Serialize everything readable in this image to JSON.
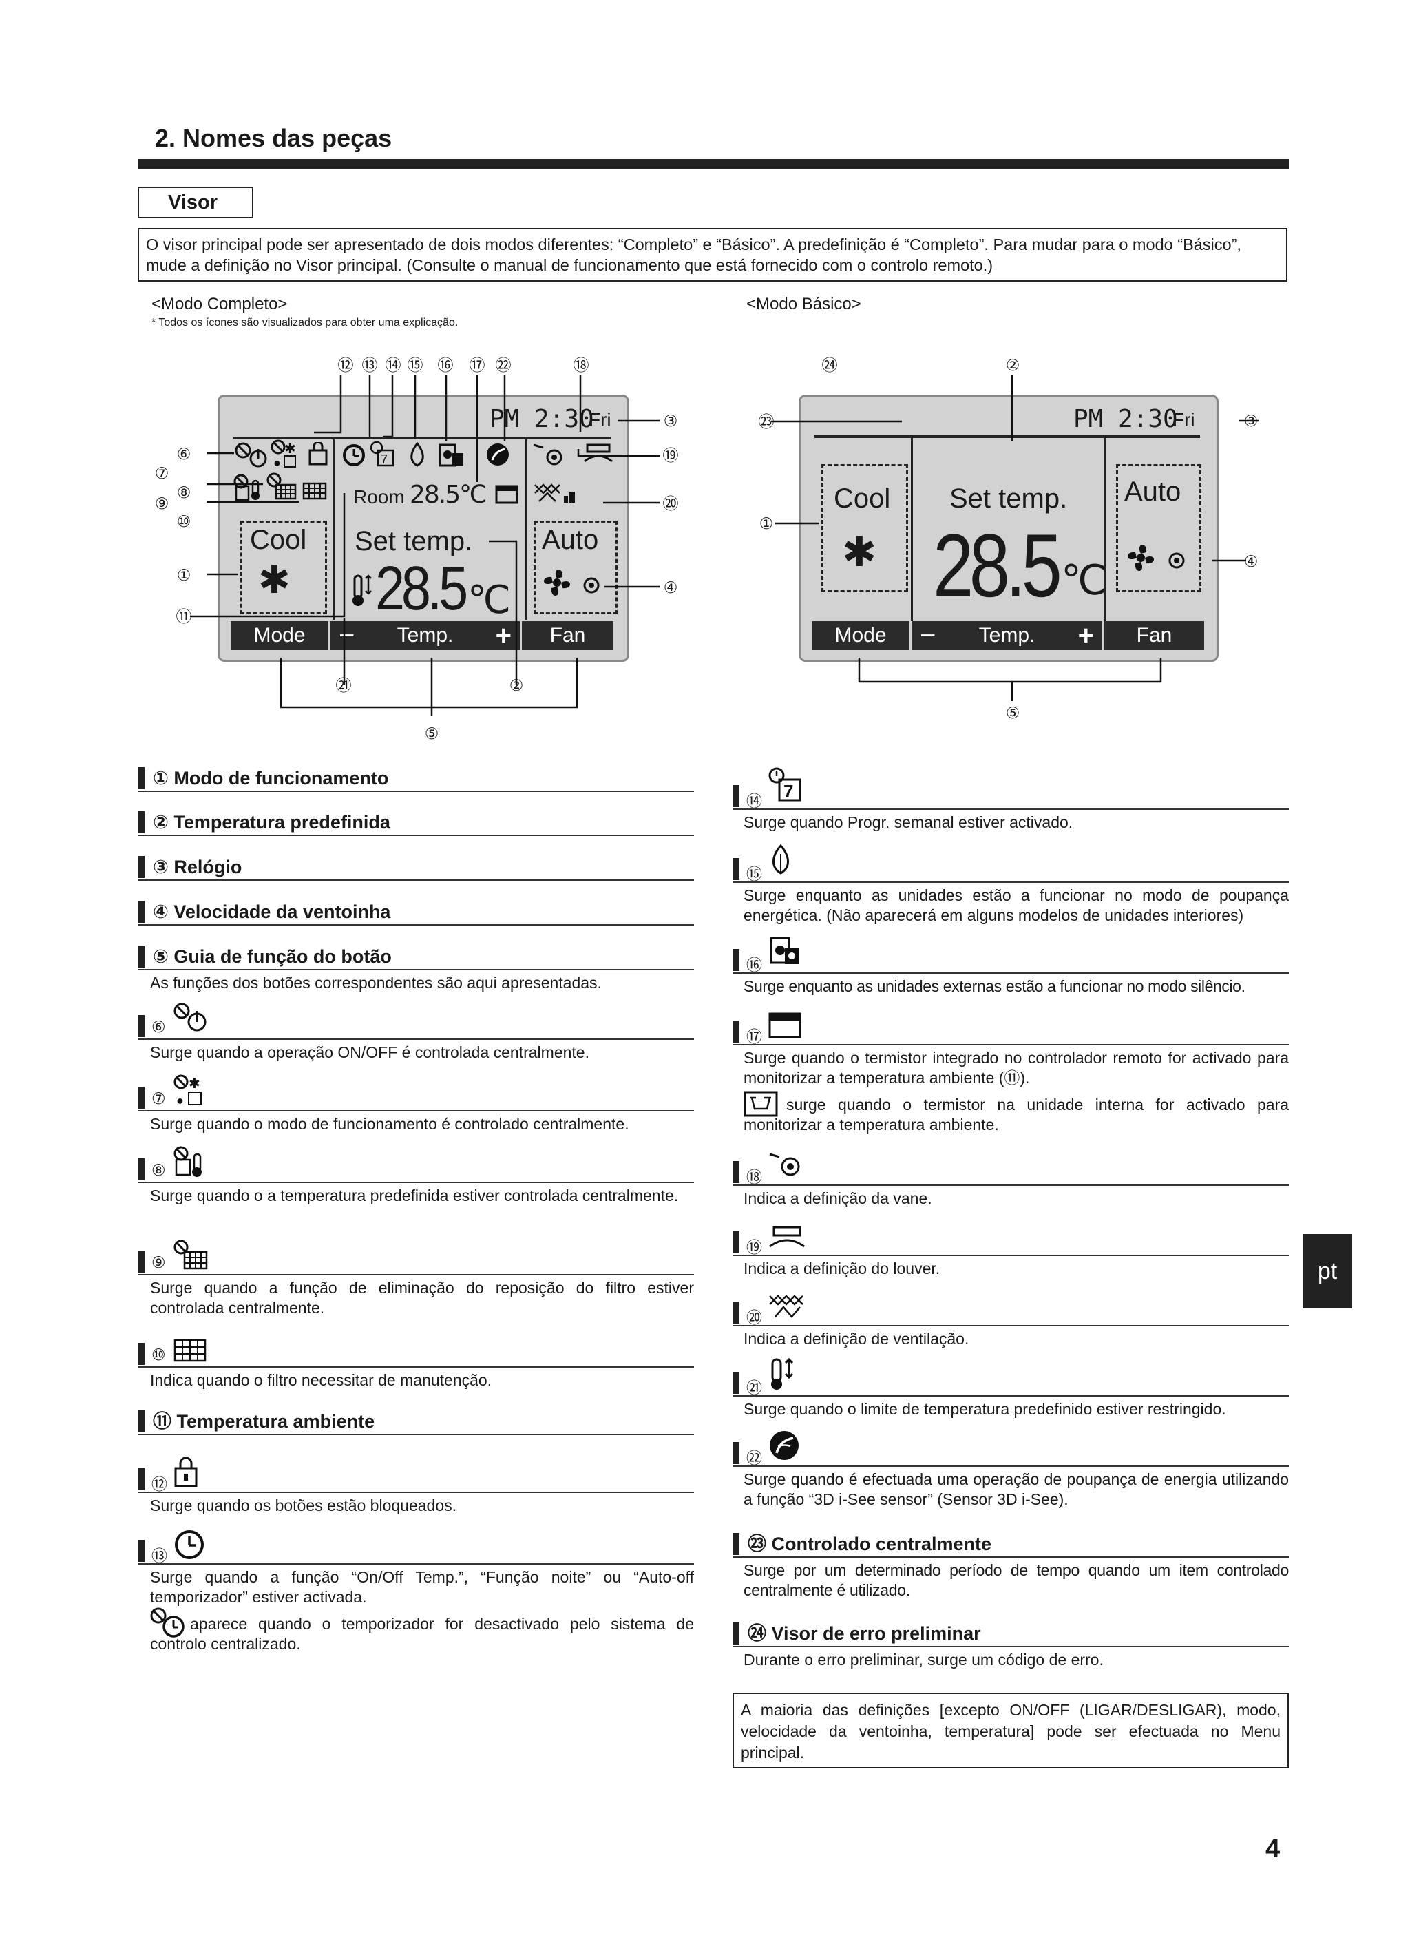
{
  "section_title": "2. Nomes das peças",
  "visor_label": "Visor",
  "intro": "O visor principal pode ser apresentado de dois modos diferentes: “Completo” e “Básico”. A predefinição é “Completo”. Para mudar para o modo “Básico”, mude a definição no Visor principal. (Consulte o manual de funcionamento que está fornecido com o controlo remoto.)",
  "mode_complete": "<Modo Completo>",
  "mode_complete_note": "* Todos os ícones são visualizados para obter uma explicação.",
  "mode_basic": "<Modo Básico>",
  "lcd": {
    "clock": "PM 2:30",
    "day": "Fri",
    "room_label": "Room",
    "room_temp": "28.5℃",
    "mode": "Cool",
    "set_temp_label": "Set temp.",
    "set_temp": "28.5",
    "unit": "℃",
    "fan": "Auto",
    "btn_mode": "Mode",
    "btn_minus": "−",
    "btn_temp": "Temp.",
    "btn_plus": "+",
    "btn_fan": "Fan"
  },
  "callouts": [
    "①",
    "②",
    "③",
    "④",
    "⑤",
    "⑥",
    "⑦",
    "⑧",
    "⑨",
    "⑩",
    "⑪",
    "⑫",
    "⑬",
    "⑭",
    "⑮",
    "⑯",
    "⑰",
    "⑱",
    "⑲",
    "⑳",
    "㉑",
    "㉒",
    "㉓",
    "㉔"
  ],
  "left_items": {
    "h1": "① Modo de funcionamento",
    "h2": "② Temperatura predefinida",
    "h3": "③ Relógio",
    "h4": "④ Velocidade da ventoinha",
    "h5": "⑤ Guia de função do botão",
    "t5": "As funções dos botões correspondentes são aqui apresentadas.",
    "t6": "Surge quando a operação ON/OFF é controlada centralmente.",
    "t7": "Surge quando o modo de funcionamento é controlado centralmente.",
    "t8": "Surge quando o a temperatura predefinida estiver controlada centralmente.",
    "t9": "Surge quando a função de eliminação do reposição do filtro estiver controlada centralmente.",
    "t10": "Indica quando o filtro necessitar de manutenção.",
    "h11": "⑪ Temperatura ambiente",
    "t12": "Surge quando os botões estão bloqueados.",
    "t13": "Surge quando a função “On/Off Temp.”, “Função noite” ou “Auto-off temporizador” estiver activada.",
    "t13b": "aparece quando o temporizador for desactivado pelo sistema de controlo centralizado."
  },
  "right_items": {
    "t14": "Surge quando Progr. semanal estiver activado.",
    "t15": "Surge enquanto as unidades estão a funcionar no modo de poupança energética. (Não aparecerá em alguns modelos de unidades interiores)",
    "t16": "Surge enquanto as unidades externas estão a funcionar no modo silêncio.",
    "t17": "Surge quando o termistor integrado no controlador remoto for activado para monitorizar a temperatura ambiente (⑪).",
    "t17b": "surge quando o termistor na unidade interna for activado para monitorizar a temperatura ambiente.",
    "t18": "Indica a definição da vane.",
    "t19": "Indica a definição do louver.",
    "t20": "Indica a definição de ventilação.",
    "t21": "Surge quando o limite de temperatura predefinido estiver restringido.",
    "t22": "Surge quando é efectuada uma operação de poupança de energia utilizando a função “3D i-See sensor” (Sensor 3D i-See).",
    "h23": "㉓ Controlado centralmente",
    "t23": "Surge por um determinado período de tempo quando um item controlado centralmente é utilizado.",
    "h24": "㉔ Visor de erro preliminar",
    "t24": "Durante o erro preliminar, surge um código de erro."
  },
  "note": "A maioria das definições [excepto ON/OFF (LIGAR/DESLIGAR), modo, velocidade da ventoinha, temperatura] pode ser efectuada no Menu principal.",
  "lang_tab": "pt",
  "page_number": "4"
}
